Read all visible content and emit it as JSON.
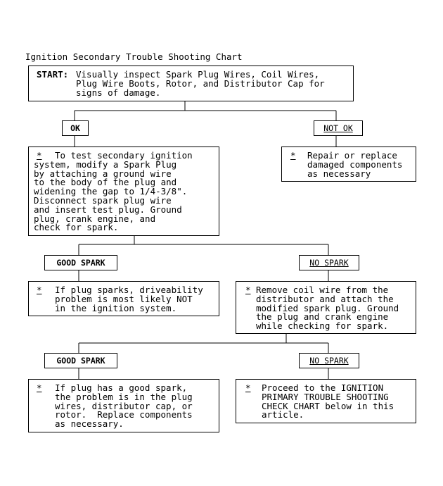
{
  "title": "Ignition Secondary Trouble Shooting Chart",
  "start": {
    "label": "START:",
    "lines": [
      "Visually inspect Spark Plug Wires, Coil Wires,",
      "Plug Wire Boots, Rotor, and Distributor Cap for",
      "signs of damage."
    ]
  },
  "labels": {
    "ok": "OK",
    "not_ok": "NOT OK",
    "good_spark_1": "GOOD SPARK",
    "no_spark_1": "NO SPARK",
    "good_spark_2": "GOOD SPARK",
    "no_spark_2": "NO SPARK"
  },
  "star": "*",
  "boxes": {
    "test_secondary": [
      "To test secondary ignition",
      "system, modify a Spark Plug",
      "by attaching a ground wire",
      "to the body of the plug and",
      "widening the gap to 1/4-3/8\".",
      "Disconnect spark plug wire",
      "and insert test plug. Ground",
      "plug, crank engine, and",
      "check for spark."
    ],
    "repair_replace": [
      "Repair or replace",
      "damaged components",
      "as necessary"
    ],
    "not_ignition": [
      "If plug sparks, driveability",
      "problem is most likely NOT",
      "in the ignition system."
    ],
    "remove_coil": [
      "Remove coil wire from the",
      "distributor and attach the",
      "modified spark plug. Ground",
      "the plug and crank engine",
      "while checking for spark."
    ],
    "plug_good_spark": [
      "If plug has a good spark,",
      "the problem is in the plug",
      "wires, distributor cap, or",
      "rotor.  Replace components",
      "as necessary."
    ],
    "proceed_primary": [
      "Proceed to the IGNITION",
      "PRIMARY TROUBLE SHOOTING",
      "CHECK CHART below in this",
      "article."
    ]
  }
}
